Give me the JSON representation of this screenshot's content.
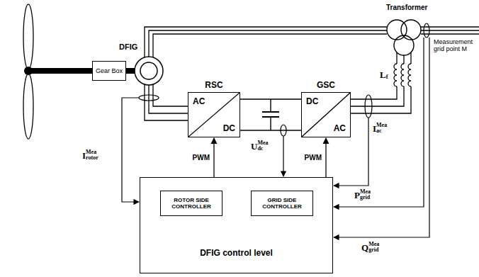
{
  "diagram": {
    "nodes": [
      {
        "text": [
          "Gear Box"
        ]
      },
      {
        "text": [
          "RSC",
          "AC",
          "DC"
        ]
      },
      {
        "text": [
          "GSC",
          "DC",
          "AC"
        ]
      },
      {
        "text": [
          "DFIG control level"
        ]
      },
      {
        "text": [
          "ROTOR SIDE CONTROLLER"
        ],
        "in": 3
      },
      {
        "text": [
          "GRID SIDE CONTROLLER"
        ],
        "in": 3
      }
    ],
    "edges": [
      {
        "from": 1,
        "to": 2,
        "arrow": "none"
      },
      {
        "from": 3,
        "to": 1,
        "arrow": "to",
        "label": "PWM"
      },
      {
        "from": 3,
        "to": 2,
        "arrow": "to",
        "label": "PWM"
      }
    ],
    "labels": [
      "DFIG",
      "Transformer",
      "Measurement grid point M",
      "L",
      "f",
      "U",
      "dc",
      "Mea",
      "I",
      "rotor",
      "Mea",
      "I",
      "ac",
      "Mea",
      "P",
      "grid",
      "Mea",
      "Q",
      "grid",
      "Mea"
    ]
  }
}
